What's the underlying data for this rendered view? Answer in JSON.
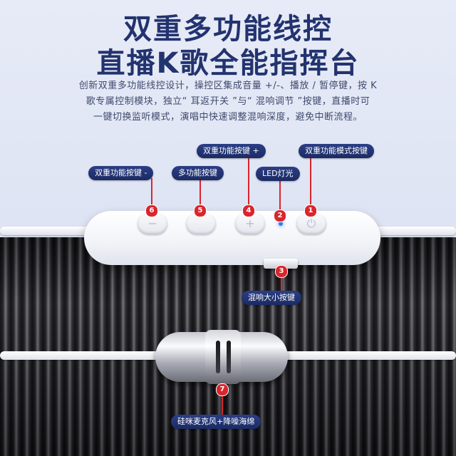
{
  "headline": {
    "line1": "双重多功能线控",
    "line2": "直播K歌全能指挥台"
  },
  "description": {
    "line1": "创新双重多功能线控设计，操控区集成音量 +/-、播放 / 暂停键，按 K",
    "line2": "歌专属控制模块，独立“ 耳返开关 ”与“ 混响调节 ”按键，直播时可",
    "line3": "一键切换监听模式，演唱中快速调整混响深度，避免中断流程。"
  },
  "callouts": [
    {
      "number": "1",
      "label": "双重功能模式按键"
    },
    {
      "number": "2",
      "label": "LED灯光"
    },
    {
      "number": "3",
      "label": "混响大小按键"
    },
    {
      "number": "4",
      "label": "双重功能按键 +"
    },
    {
      "number": "5",
      "label": "多功能按键"
    },
    {
      "number": "6",
      "label": "双重功能按键 -"
    },
    {
      "number": "7",
      "label": "硅咪麦克风+降噪海绵"
    }
  ],
  "remote_buttons": [
    {
      "id": "6",
      "glyph": "−"
    },
    {
      "id": "5",
      "glyph": ""
    },
    {
      "id": "4",
      "glyph": "+"
    },
    {
      "id": "1",
      "glyph": "⏻"
    }
  ],
  "colors": {
    "title": "#23336f",
    "pill_bg": "#1b2b63",
    "badge": "#d9262c",
    "led": "#2f7bff"
  }
}
